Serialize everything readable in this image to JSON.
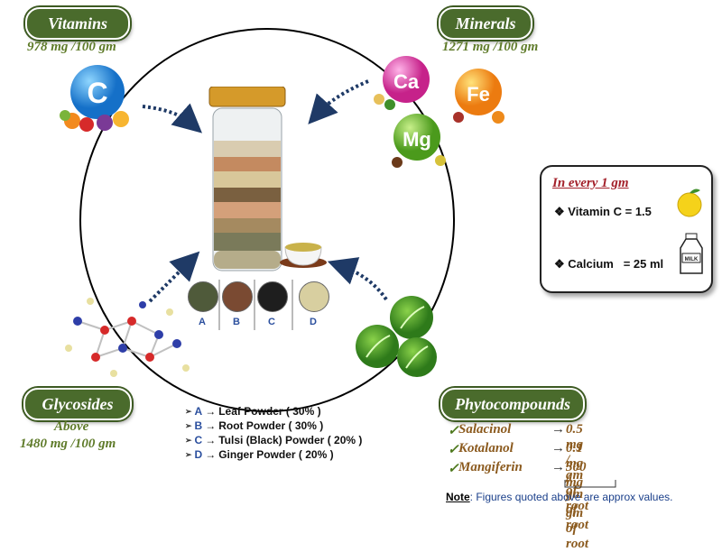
{
  "vitamins": {
    "title": "Vitamins",
    "value": "978 mg /100 gm",
    "icon": "vitamin-c-icon",
    "icon_text": "C"
  },
  "minerals": {
    "title": "Minerals",
    "value": "1271 mg /100 gm",
    "icons": [
      {
        "name": "calcium-icon",
        "text": "Ca"
      },
      {
        "name": "iron-icon",
        "text": "Fe"
      },
      {
        "name": "magnesium-icon",
        "text": "Mg"
      }
    ]
  },
  "glycosides": {
    "title": "Glycosides",
    "value_line1": "Above",
    "value_line2": "1480 mg /100 gm"
  },
  "phytocompounds": {
    "title": "Phytocompounds",
    "items": [
      {
        "name": "Salacinol",
        "value": "0.5 mg / gm of root"
      },
      {
        "name": "Kotalanol",
        "value": "0.1 mg / gm of root"
      },
      {
        "name": "Mangiferin",
        "value": "300 mg / gm of root"
      }
    ]
  },
  "note": {
    "label": "Note",
    "text": ": Figures quoted above are approx values."
  },
  "per_gram_box": {
    "title": "In every 1 gm",
    "items": [
      {
        "label": "Vitamin C = 1.5"
      },
      {
        "label": "Calcium   = 25 ml"
      }
    ],
    "milk_label": "MILK"
  },
  "samples": [
    {
      "letter": "A",
      "color": "#4f5a3a"
    },
    {
      "letter": "B",
      "color": "#7a4a32"
    },
    {
      "letter": "C",
      "color": "#1e1e1e"
    },
    {
      "letter": "D",
      "color": "#d8cfa0"
    }
  ],
  "legend": [
    {
      "key": "A",
      "text": "Leaf Powder ( 30% )"
    },
    {
      "key": "B",
      "text": "Root Powder ( 30% )"
    },
    {
      "key": "C",
      "text": "Tulsi (Black) Powder ( 20% )"
    },
    {
      "key": "D",
      "text": "Ginger Powder ( 20% )"
    }
  ],
  "arrow_glyph": "→",
  "colors": {
    "pill": "#4a6b2c",
    "value_green": "#5f7b2a",
    "phyto_brown": "#8b5a1e",
    "note_blue": "#1a3f8a",
    "heading_red": "#a3202a"
  }
}
